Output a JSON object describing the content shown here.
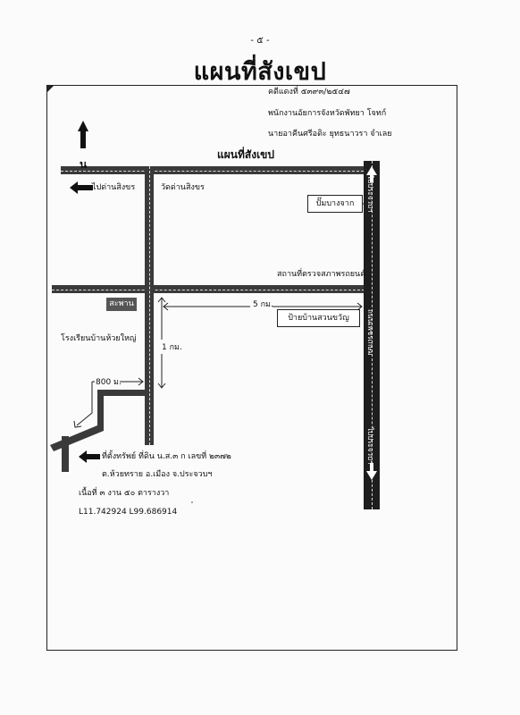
{
  "page": {
    "number": "- ๕ -",
    "title": "แผนที่สังเขป"
  },
  "header": {
    "line1": "คดีแดงที่ ๕๓๙๓/๒๕๔๗",
    "line2": "พนักงานอัยการจังหวัดพัทยา โจทก์",
    "line3": "นายอาคีนศรีอดิะ ยุทธนาวรา จำเลย"
  },
  "map": {
    "north_label": "น",
    "title": "แผนที่สังเขป",
    "to_left_label": "ไปด่านสิงขร",
    "temple_label": "วัดด่านสิงขร",
    "pump_label": "ปั๊มบางจาก",
    "inspection_label": "สถานที่ตรวจสภาพรถยนต์",
    "station_label": "สะพาน",
    "school_label": "โรงเรียนบ้านห้วยใหญ่",
    "distance_5km": "5 กม.",
    "distance_1km": "1 กม.",
    "distance_800m": "800 ม.",
    "sign_label": "ป้ายบ้านสวนขวัญ",
    "highway_top_label": "ไปประจวบฯ",
    "highway_mid_label": "ถนนเพชรเกษม",
    "highway_bottom_label": "ไปประจวบฯ"
  },
  "property": {
    "line1": "ที่ตั้งทรัพย์ ที่ดิน น.ส.๓ ก เลขที่ ๒๓๗๒",
    "line2": "ต.ห้วยทราย อ.เมือง จ.ประจวบฯ",
    "line3": "เนื้อที่ ๓ งาน ๕๐ ตารางวา",
    "coords": "L11.742924 L99.686914"
  }
}
